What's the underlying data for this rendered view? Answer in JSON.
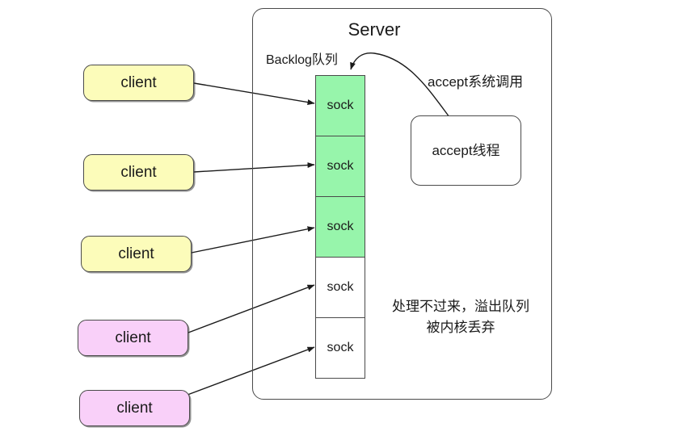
{
  "diagram": {
    "title": "Server",
    "server_panel": {
      "label": "Server"
    },
    "backlog_label": "Backlog队列",
    "accept_call_label": "accept系统调用",
    "accept_thread_label": "accept线程",
    "overflow_note_line1": "处理不过来，溢出队列",
    "overflow_note_line2": "被内核丢弃",
    "clients": [
      {
        "label": "client",
        "color": "#fcfcba",
        "style": "yellow"
      },
      {
        "label": "client",
        "color": "#fcfcba",
        "style": "yellow"
      },
      {
        "label": "client",
        "color": "#fcfcba",
        "style": "yellow"
      },
      {
        "label": "client",
        "color": "#f9d0f9",
        "style": "purple"
      },
      {
        "label": "client",
        "color": "#f9d0f9",
        "style": "purple"
      }
    ],
    "queue": {
      "name": "backlog-queue",
      "cells": [
        {
          "label": "sock",
          "state": "accepted",
          "color": "#97f5ab"
        },
        {
          "label": "sock",
          "state": "accepted",
          "color": "#97f5ab"
        },
        {
          "label": "sock",
          "state": "accepted",
          "color": "#97f5ab"
        },
        {
          "label": "sock",
          "state": "overflow",
          "color": "#ffffff"
        },
        {
          "label": "sock",
          "state": "overflow",
          "color": "#ffffff"
        }
      ]
    },
    "colors": {
      "stroke": "#4a4a4a",
      "text": "#1a1a1a",
      "green": "#97f5ab",
      "yellow": "#fcfcba",
      "purple": "#f9d0f9",
      "background": "#ffffff"
    }
  }
}
